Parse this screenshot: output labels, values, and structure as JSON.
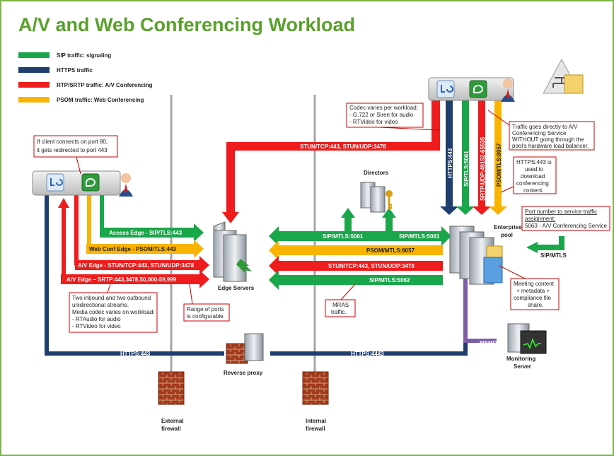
{
  "title": "A/V and Web Conferencing Workload",
  "legend": [
    {
      "label": "SIP traffic: signaling",
      "color": "#1aa64a"
    },
    {
      "label": "HTTPS traffic",
      "color": "#1f3e6e"
    },
    {
      "label": "RTP/SRTP traffic: A/V Conferencing",
      "color": "#ee1c1c"
    },
    {
      "label": "PSOM traffic: Web Conferencing",
      "color": "#f8b400"
    }
  ],
  "nodes": {
    "edge": "Edge Servers",
    "directors": "Directors",
    "enterprise": "Enterprise\npool",
    "reverse_proxy": "Reverse proxy",
    "monitoring": "Monitoring\nServer",
    "ext_fw": "External\nfirewall",
    "int_fw": "Internal\nfirewall",
    "sip_mtls": "SIP/MTLS",
    "msmq": "MSMQ"
  },
  "flows": {
    "access_edge": "Access Edge - SIP/TLS:443",
    "webconf_edge": "Web Conf Edge - PSOM/TLS:443",
    "av_edge_stun": "A/V Edge - STUN/TCP:443, STUN/UDP:3478",
    "av_edge_srtp": "A/V Edge – SRTP:443,3478,50,000-59,999",
    "stun_top": "STUN/TCP:443, STUN/UDP:3478",
    "sip_mtls_5061_a": "SIP/MTLS:5061",
    "sip_mtls_5061_b": "SIP/MTLS:5061",
    "psom_8057": "PSOM/MTLS:8057",
    "stun_mid": "STUN/TCP:443, STUN/UDP:3478",
    "sip_5062": "SIP/MTLS:5062",
    "https_443": "HTTPS:443",
    "https_4443": "HTTPS:4443",
    "v_https": "HTTPS:443",
    "v_sip": "SIP/TLS:5061",
    "v_srtp": "SRTP/UDP:49152-65535",
    "v_psom": "PSOM/TLS:8057"
  },
  "callouts": {
    "port80": [
      "If client connects on port 80,",
      "it gets redirected to port 443"
    ],
    "codec": [
      "Codec varies per workload:",
      "- G.722 or Siren for audio",
      "- RTVideo for video"
    ],
    "direct": [
      "Traffic goes directly to A/V",
      "Conferencing Service",
      "WITHOUT going through the",
      "pool's hardware load balancer."
    ],
    "https_dl": [
      "HTTPS:443 is",
      "used to",
      "download",
      "conferencing",
      "content."
    ],
    "port_num": [
      "Port number to service traffic",
      "assignment:",
      "5063 - A/V Conferencing Service"
    ],
    "streams": [
      "Two inbound and two outbound",
      "unidirectional streams.",
      "Media codec varies on workload:",
      "- RTAudio for audio",
      "- RTVideo for video"
    ],
    "range": [
      "Range of ports",
      "is configurable."
    ],
    "mras": [
      "MRAS",
      "traffic."
    ],
    "meeting": [
      "Meeting content",
      "+ metadata +",
      "compliance file",
      "share."
    ]
  }
}
